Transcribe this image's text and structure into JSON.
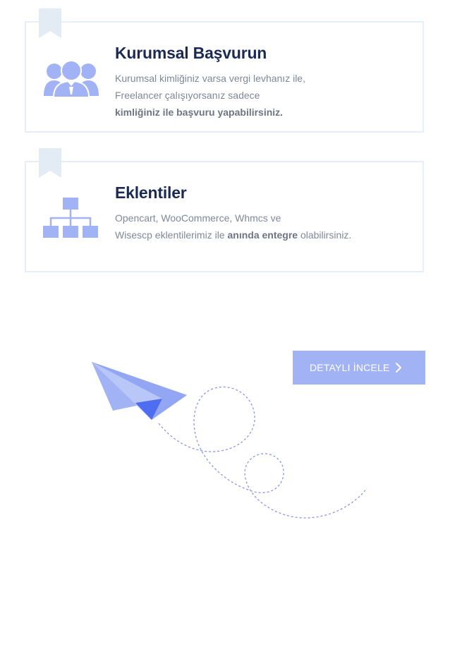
{
  "cards": [
    {
      "title": "Kurumsal Başvurun",
      "line1": "Kurumsal kimliğiniz varsa vergi levhanız ile,",
      "line2": "Freelancer çalışıyorsanız sadece",
      "line3_bold": "kimliğiniz ile başvuru yapabilirsiniz.",
      "icon": "users-group-icon"
    },
    {
      "title": "Eklentiler",
      "line1": "Opencart, WooCommerce, Whmcs ve",
      "line2_pre": "Wisescp eklentilerimiz ile ",
      "line2_bold": "anında entegre",
      "line2_post": " olabilirsiniz.",
      "icon": "sitemap-icon"
    }
  ],
  "cta": {
    "label": "DETAYLI İNCELE",
    "icon": "chevron-right-icon"
  },
  "decoration": {
    "icon": "paper-plane-icon"
  },
  "colors": {
    "accent": "#a2b3f5",
    "title": "#1b2a55",
    "text": "#7f8797",
    "border": "#e6eff7",
    "ribbon": "#e3ecf5",
    "plane_dark": "#4f6df0"
  }
}
